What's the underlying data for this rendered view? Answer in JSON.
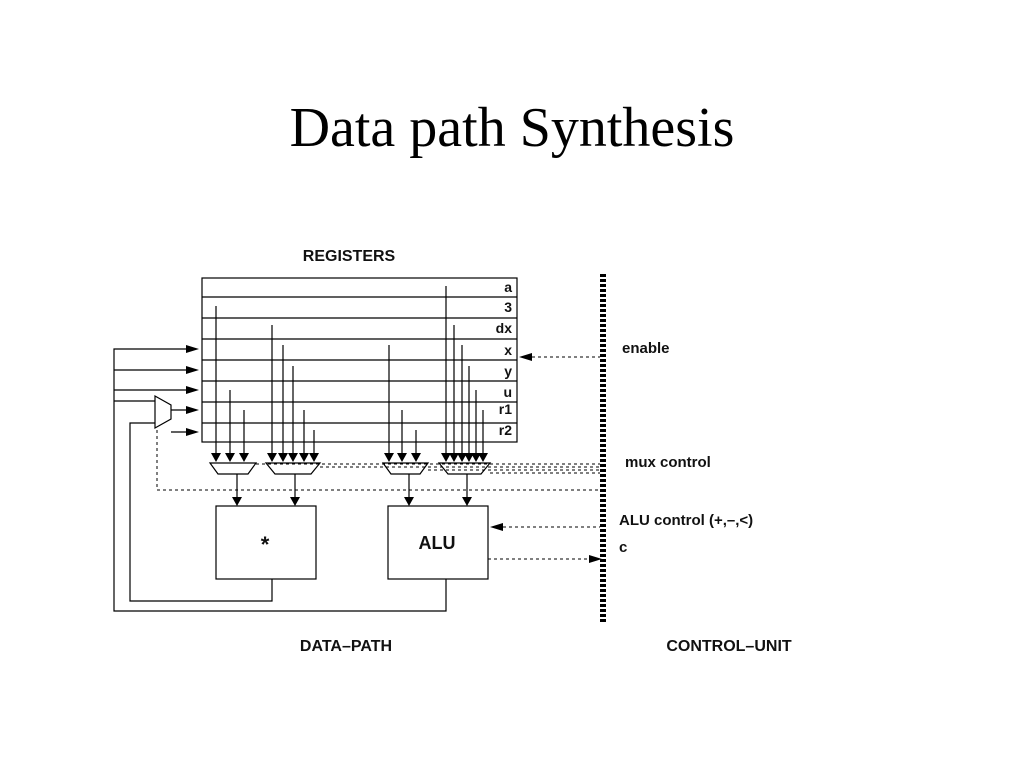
{
  "slide": {
    "title": "Data path Synthesis"
  },
  "diagram": {
    "registers_heading": "REGISTERS",
    "registers": [
      "a",
      "3",
      "dx",
      "x",
      "y",
      "u",
      "r1",
      "r2"
    ],
    "units": {
      "multiplier": "*",
      "alu": "ALU"
    },
    "control_signals": {
      "enable": "enable",
      "mux_control": "mux control",
      "alu_control": "ALU control (+,–,<)",
      "condition": "c"
    },
    "section_labels": {
      "datapath": "DATA–PATH",
      "control_unit": "CONTROL–UNIT"
    }
  }
}
